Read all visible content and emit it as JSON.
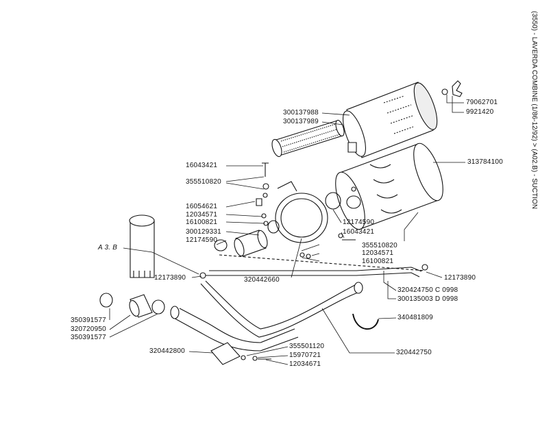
{
  "page_title": "(3550) - LAVERDA COMBINE (1/86-12/92) > (A02.B) - SUCTION",
  "labels": {
    "p79062701": "79062701",
    "p9921420": "9921420",
    "p300137988": "300137988",
    "p300137989": "300137989",
    "p313784100": "313784100",
    "p16043421a": "16043421",
    "p355510820a": "355510820",
    "p16054621": "16054621",
    "p12034571a": "12034571",
    "p16100821a": "16100821",
    "p300129331": "300129331",
    "p12174590a": "12174590",
    "p12174590b": "12174590",
    "p16043421b": "16043421",
    "p355510820b": "355510820",
    "p12034571b": "12034571",
    "p16100821b": "16100821",
    "p12173890a": "12173890",
    "p12173890b": "12173890",
    "p320442660": "320442660",
    "p320424750": "320424750 C 0998",
    "p300135003": "300135003 D 0998",
    "pA3B": "A 3. B",
    "p340481809": "340481809",
    "p350391577a": "350391577",
    "p320720950": "320720950",
    "p350391577b": "350391577",
    "p320442750": "320442750",
    "p320442800": "320442800",
    "p355501120": "355501120",
    "p15970721": "15970721",
    "p12034671": "12034671"
  }
}
